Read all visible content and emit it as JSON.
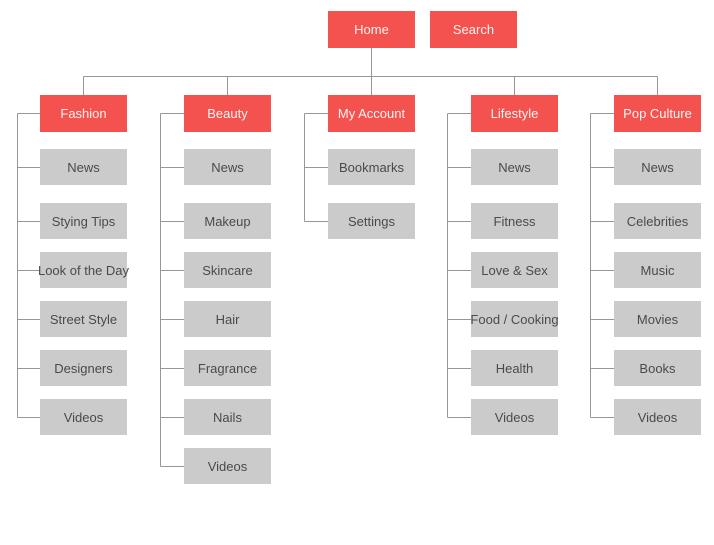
{
  "sitemap": {
    "top_nodes": [
      {
        "label": "Home"
      },
      {
        "label": "Search"
      }
    ],
    "sections": [
      {
        "label": "Fashion",
        "children": [
          "News",
          "Stying Tips",
          "Look of the Day",
          "Street Style",
          "Designers",
          "Videos"
        ]
      },
      {
        "label": "Beauty",
        "children": [
          "News",
          "Makeup",
          "Skincare",
          "Hair",
          "Fragrance",
          "Nails",
          "Videos"
        ]
      },
      {
        "label": "My Account",
        "children": [
          "Bookmarks",
          "Settings"
        ]
      },
      {
        "label": "Lifestyle",
        "children": [
          "News",
          "Fitness",
          "Love & Sex",
          "Food / Cooking",
          "Health",
          "Videos"
        ]
      },
      {
        "label": "Pop Culture",
        "children": [
          "News",
          "Celebrities",
          "Music",
          "Movies",
          "Books",
          "Videos"
        ]
      }
    ],
    "colors": {
      "primary_node": "#F4524E",
      "primary_text": "#FFFFFF",
      "child_node": "#CBCBCB",
      "child_text": "#4A4A4A",
      "connector": "#979797",
      "background": "#FFFFFF"
    }
  }
}
